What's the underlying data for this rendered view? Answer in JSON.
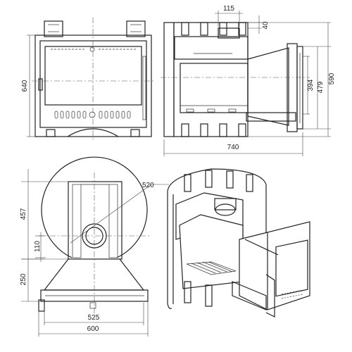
{
  "views": {
    "front": {
      "height": "640"
    },
    "side": {
      "width": "740",
      "top_width": "115",
      "top_offset": "40",
      "height_a": "394",
      "height_b": "479",
      "height_c": "590"
    },
    "bottom": {
      "radius": "520",
      "height": "457",
      "offset": "110",
      "base_height": "250",
      "base_width": "525",
      "total_width": "600"
    }
  }
}
